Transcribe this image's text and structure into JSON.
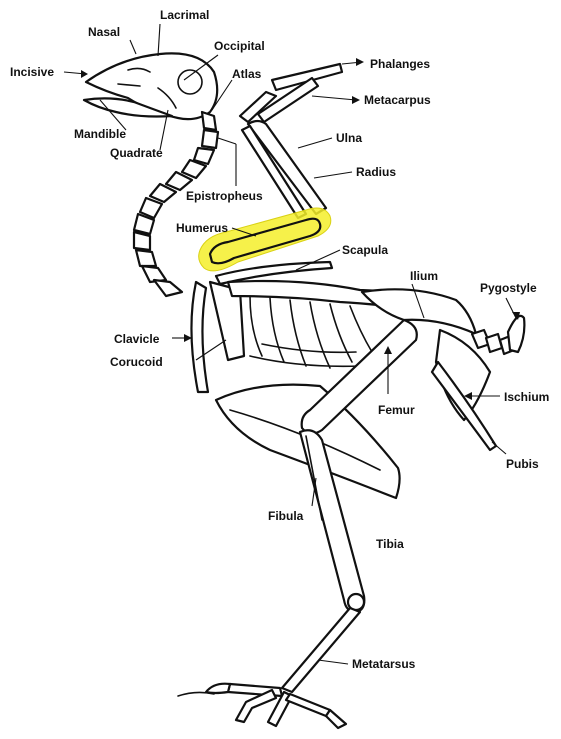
{
  "diagram": {
    "highlight_color": "#f4ee2a",
    "highlighted_part": "Humerus",
    "labels": {
      "nasal": "Nasal",
      "lacrimal": "Lacrimal",
      "incisive": "Incisive",
      "occipital": "Occipital",
      "atlas": "Atlas",
      "mandible": "Mandible",
      "quadrate": "Quadrate",
      "epistropheus": "Epistropheus",
      "humerus": "Humerus",
      "scapula": "Scapula",
      "phalanges": "Phalanges",
      "metacarpus": "Metacarpus",
      "ulna": "Ulna",
      "radius": "Radius",
      "ilium": "Ilium",
      "pygostyle": "Pygostyle",
      "clavicle": "Clavicle",
      "corucoid": "Corucoid",
      "femur": "Femur",
      "ischium": "Ischium",
      "pubis": "Pubis",
      "fibula": "Fibula",
      "tibia": "Tibia",
      "metatarsus": "Metatarsus"
    }
  }
}
